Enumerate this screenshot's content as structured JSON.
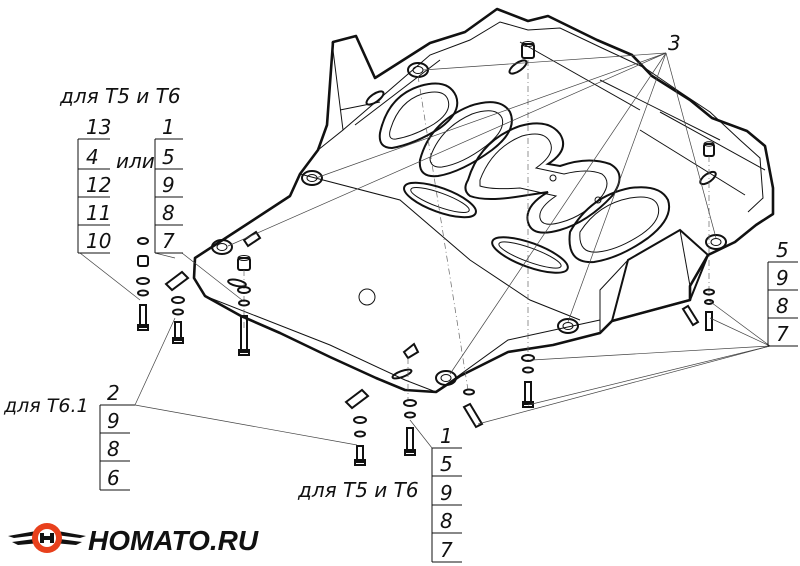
{
  "labels": {
    "top_left": "для Т5 и Т6",
    "ili": "или",
    "left_mid": "для Т6.1",
    "bottom_mid": "для Т5 и Т6",
    "callout_top": "3"
  },
  "stacks": {
    "top_left_a": [
      "13",
      "4",
      "12",
      "11",
      "10"
    ],
    "top_left_b": [
      "1",
      "5",
      "9",
      "8",
      "7"
    ],
    "right": [
      "5",
      "9",
      "8",
      "7"
    ],
    "left_mid": [
      "2",
      "9",
      "8",
      "6"
    ],
    "bottom_mid": [
      "1",
      "5",
      "9",
      "8",
      "7"
    ]
  },
  "logo": {
    "text": "HOMATO.RU",
    "accent_color": "#e8401c",
    "dark_color": "#111111"
  }
}
